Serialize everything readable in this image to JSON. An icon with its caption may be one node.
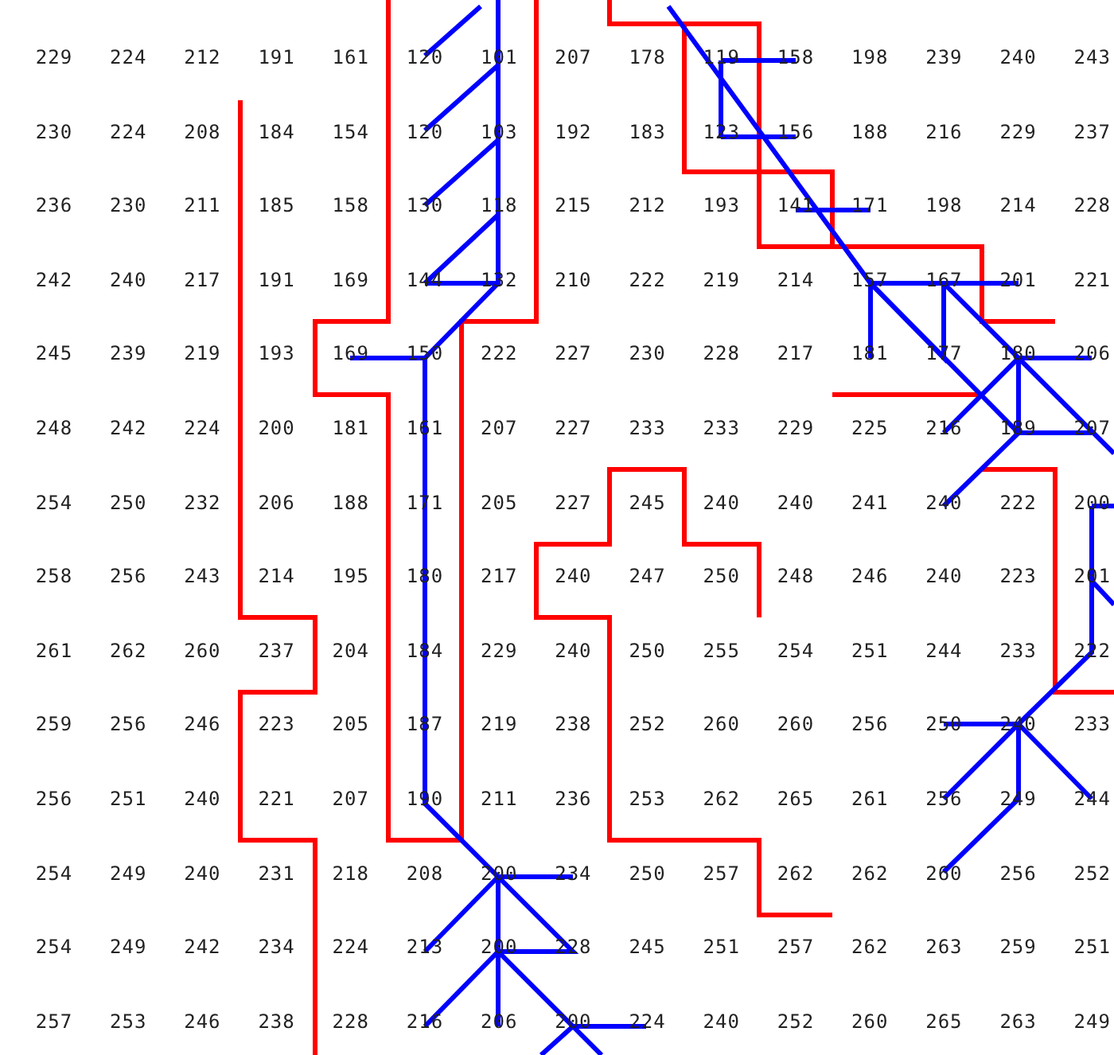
{
  "diagram": {
    "labels": [
      "229",
      "224",
      "212",
      "191",
      "161",
      "120",
      "101",
      "207",
      "178",
      "119",
      "158",
      "198",
      "239",
      "240",
      "243",
      "230",
      "224",
      "208",
      "184",
      "154",
      "120",
      "103",
      "192",
      "183",
      "123",
      "156",
      "188",
      "216",
      "229",
      "237",
      "236",
      "230",
      "211",
      "185",
      "158",
      "130",
      "118",
      "215",
      "212",
      "193",
      "141",
      "171",
      "198",
      "214",
      "228",
      "242",
      "240",
      "217",
      "191",
      "169",
      "144",
      "132",
      "210",
      "222",
      "219",
      "214",
      "157",
      "167",
      "201",
      "221",
      "245",
      "239",
      "219",
      "193",
      "169",
      "150",
      "222",
      "227",
      "230",
      "228",
      "217",
      "181",
      "177",
      "180",
      "206",
      "248",
      "242",
      "224",
      "200",
      "181",
      "161",
      "207",
      "227",
      "233",
      "233",
      "229",
      "225",
      "216",
      "189",
      "207",
      "254",
      "250",
      "232",
      "206",
      "188",
      "171",
      "205",
      "227",
      "245",
      "240",
      "240",
      "241",
      "240",
      "222",
      "200",
      "258",
      "256",
      "243",
      "214",
      "195",
      "180",
      "217",
      "240",
      "247",
      "250",
      "248",
      "246",
      "240",
      "223",
      "201",
      "261",
      "262",
      "260",
      "237",
      "204",
      "184",
      "229",
      "240",
      "250",
      "255",
      "254",
      "251",
      "244",
      "233",
      "222",
      "259",
      "256",
      "246",
      "223",
      "205",
      "187",
      "219",
      "238",
      "252",
      "260",
      "260",
      "256",
      "250",
      "240",
      "233",
      "256",
      "251",
      "240",
      "221",
      "207",
      "190",
      "211",
      "236",
      "253",
      "262",
      "265",
      "261",
      "256",
      "249",
      "244",
      "254",
      "249",
      "240",
      "231",
      "218",
      "208",
      "200",
      "234",
      "250",
      "257",
      "262",
      "262",
      "260",
      "256",
      "252",
      "254",
      "249",
      "242",
      "234",
      "224",
      "213",
      "200",
      "228",
      "245",
      "251",
      "257",
      "262",
      "263",
      "259",
      "251",
      "257",
      "253",
      "246",
      "238",
      "228",
      "216",
      "206",
      "200",
      "224",
      "240",
      "252",
      "260",
      "265",
      "263",
      "249"
    ]
  }
}
